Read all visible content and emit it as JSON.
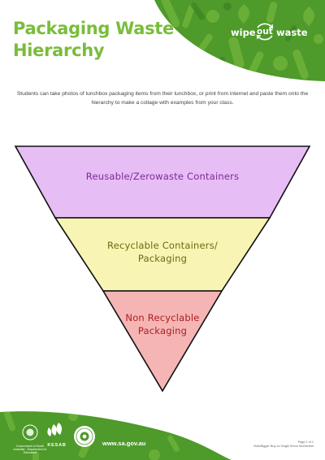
{
  "colors": {
    "brand_green": "#79bd3b",
    "dark_green": "#4e9a2a",
    "tier1_fill": "#e7bdf5",
    "tier2_fill": "#f8f4b4",
    "tier3_fill": "#f5b5b5"
  },
  "header": {
    "title_line1": "Packaging Waste",
    "title_line2": "Hierarchy",
    "logo": {
      "word1": "wipe",
      "word2": "out",
      "word3": "waste",
      "icon": "recycle-ring-icon"
    }
  },
  "intro_text": "Students can take photos of lunchbox packaging items from their lunchbox, or print from internet and paste them onto the hierarchy to make a collage with examples from your class.",
  "hierarchy": {
    "tier1": {
      "label": "Reusable/Zerowaste Containers"
    },
    "tier2": {
      "line1": "Recyclable Containers/",
      "line2": "Packaging"
    },
    "tier3": {
      "line1": "Non Recyclable",
      "line2": "Packaging"
    }
  },
  "footer": {
    "seal_text": "Government of South Australia · Department for Education",
    "kesab_label": "KESAB",
    "badge_icon": "environmental-badge-icon",
    "website": "www.sa.gov.au",
    "page_number": "Page 1 of 1",
    "page_caption": "Bulk/Bigger Buy vs Single Serve Worksheet"
  }
}
